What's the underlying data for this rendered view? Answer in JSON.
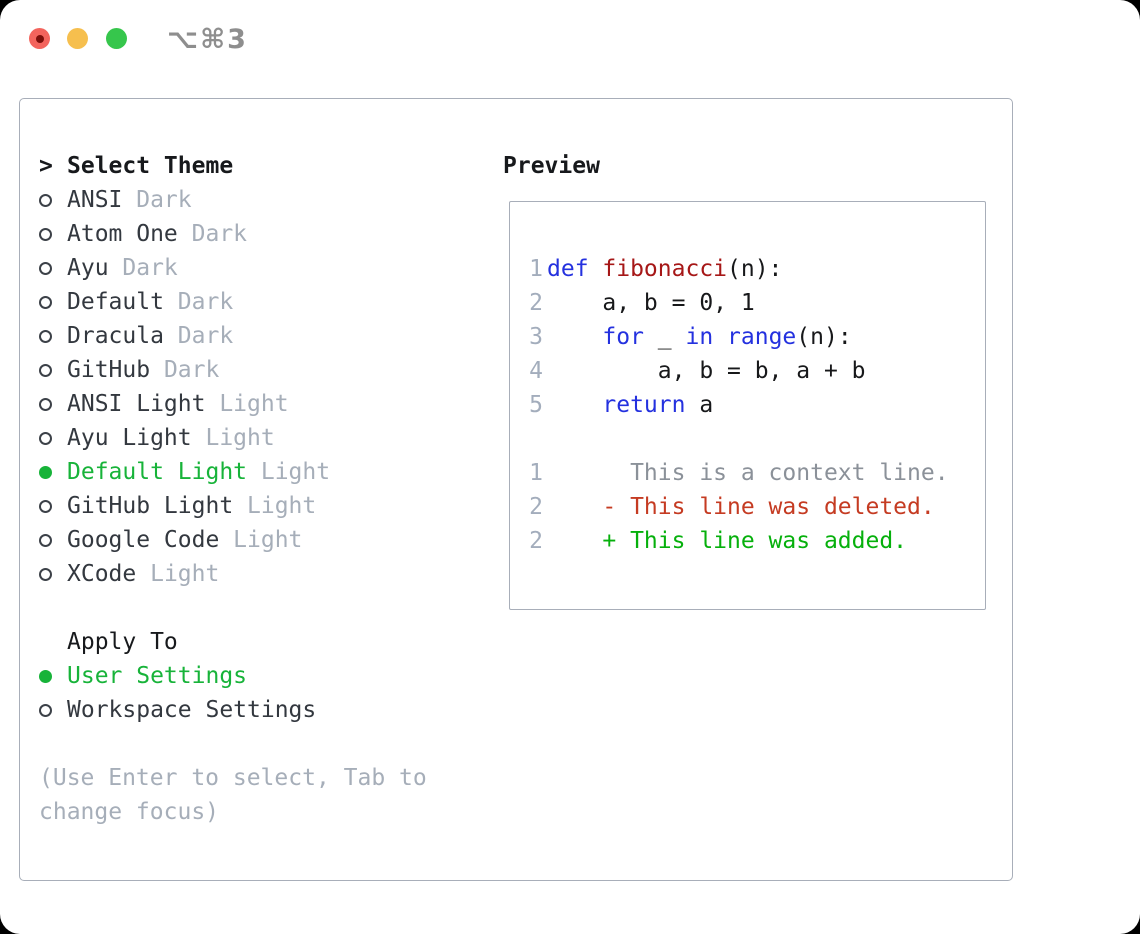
{
  "titlebar": {
    "shortcut": "⌥⌘3"
  },
  "theme_list": {
    "prompt": ">",
    "header": "Select Theme",
    "items": [
      {
        "name": "ANSI",
        "variant": "Dark",
        "selected": false
      },
      {
        "name": "Atom One",
        "variant": "Dark",
        "selected": false
      },
      {
        "name": "Ayu",
        "variant": "Dark",
        "selected": false
      },
      {
        "name": "Default",
        "variant": "Dark",
        "selected": false
      },
      {
        "name": "Dracula",
        "variant": "Dark",
        "selected": false
      },
      {
        "name": "GitHub",
        "variant": "Dark",
        "selected": false
      },
      {
        "name": "ANSI Light",
        "variant": "Light",
        "selected": false
      },
      {
        "name": "Ayu Light",
        "variant": "Light",
        "selected": false
      },
      {
        "name": "Default Light",
        "variant": "Light",
        "selected": true
      },
      {
        "name": "GitHub Light",
        "variant": "Light",
        "selected": false
      },
      {
        "name": "Google Code",
        "variant": "Light",
        "selected": false
      },
      {
        "name": "XCode",
        "variant": "Light",
        "selected": false
      }
    ]
  },
  "apply_to": {
    "header": "Apply To",
    "options": [
      {
        "label": "User Settings",
        "selected": true
      },
      {
        "label": "Workspace Settings",
        "selected": false
      }
    ]
  },
  "hint": "(Use Enter to select, Tab to change focus)",
  "preview": {
    "header": "Preview",
    "code_lines": [
      {
        "num": "1",
        "tokens": [
          {
            "t": "def ",
            "c": "keyword"
          },
          {
            "t": "fibonacci",
            "c": "function"
          },
          {
            "t": "(n):",
            "c": "plain"
          }
        ]
      },
      {
        "num": "2",
        "tokens": [
          {
            "t": "    a, b = 0, 1",
            "c": "plain"
          }
        ]
      },
      {
        "num": "3",
        "tokens": [
          {
            "t": "    ",
            "c": "plain"
          },
          {
            "t": "for",
            "c": "keyword"
          },
          {
            "t": " _ ",
            "c": "plain"
          },
          {
            "t": "in",
            "c": "keyword"
          },
          {
            "t": " ",
            "c": "plain"
          },
          {
            "t": "range",
            "c": "keyword"
          },
          {
            "t": "(n):",
            "c": "plain"
          }
        ]
      },
      {
        "num": "4",
        "tokens": [
          {
            "t": "        a, b = b, a + b",
            "c": "plain"
          }
        ]
      },
      {
        "num": "5",
        "tokens": [
          {
            "t": "    ",
            "c": "plain"
          },
          {
            "t": "return",
            "c": "keyword"
          },
          {
            "t": " a",
            "c": "plain"
          }
        ]
      }
    ],
    "diff_lines": [
      {
        "num": "1",
        "sign": "",
        "text": "This is a context line.",
        "kind": "context"
      },
      {
        "num": "2",
        "sign": "-",
        "text": "This line was deleted.",
        "kind": "deleted"
      },
      {
        "num": "2",
        "sign": "+",
        "text": "This line was added.",
        "kind": "added"
      }
    ]
  },
  "colors": {
    "selected_green": "#17b339",
    "keyword_blue": "#2431df",
    "function_red": "#a61717",
    "deleted_red": "#c53b22",
    "added_green": "#06b00c",
    "muted_gray": "#a6aeb9",
    "line_number_gray": "#a3adbc",
    "context_gray": "#8b9199",
    "panel_border": "#a8aeb9",
    "traffic_red": "#f3645d",
    "traffic_yellow": "#f6bf4e",
    "traffic_green": "#36c64c"
  }
}
